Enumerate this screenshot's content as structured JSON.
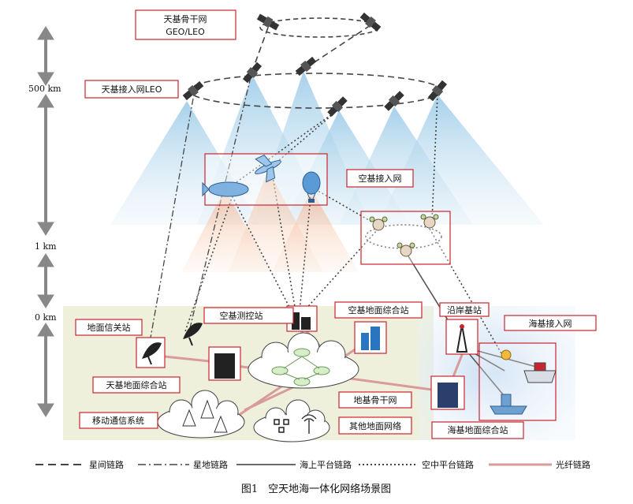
{
  "figure": {
    "caption": "图1　空天地海一体化网络场景图"
  },
  "altitudes": [
    "500 km",
    "1 km",
    "0 km"
  ],
  "labels": {
    "space_backbone_line1": "天基骨干网",
    "space_backbone_line2": "GEO/LEO",
    "space_access": "天基接入网LEO",
    "air_access": "空基接入网",
    "ground_info_station": "地面信关站",
    "air_control_station": "空基测控站",
    "air_ground_station": "空基地面综合站",
    "coastal_station": "沿岸基站",
    "sea_access": "海基接入网",
    "space_ground_station": "天基地面综合站",
    "ground_backbone": "地基骨干网",
    "mobile_system": "移动通信系统",
    "other_network": "其他地面网络",
    "sea_ground_station": "海基地面综合站"
  },
  "legend": [
    {
      "label": "星间链路",
      "style": "dashed"
    },
    {
      "label": "星地链路",
      "style": "dashdot"
    },
    {
      "label": "海上平台链路",
      "style": "solid"
    },
    {
      "label": "空中平台链路",
      "style": "dotted"
    },
    {
      "label": "光纤链路",
      "style": "fiber"
    }
  ],
  "colors": {
    "accent_red": "#c8262e",
    "fiber": "#d99a9a",
    "sky_beam": "#b9d9ee",
    "air_beam": "#f5cdb3",
    "ground_bg": "#eef0dc",
    "sea_bg": "#cfe2f4"
  }
}
